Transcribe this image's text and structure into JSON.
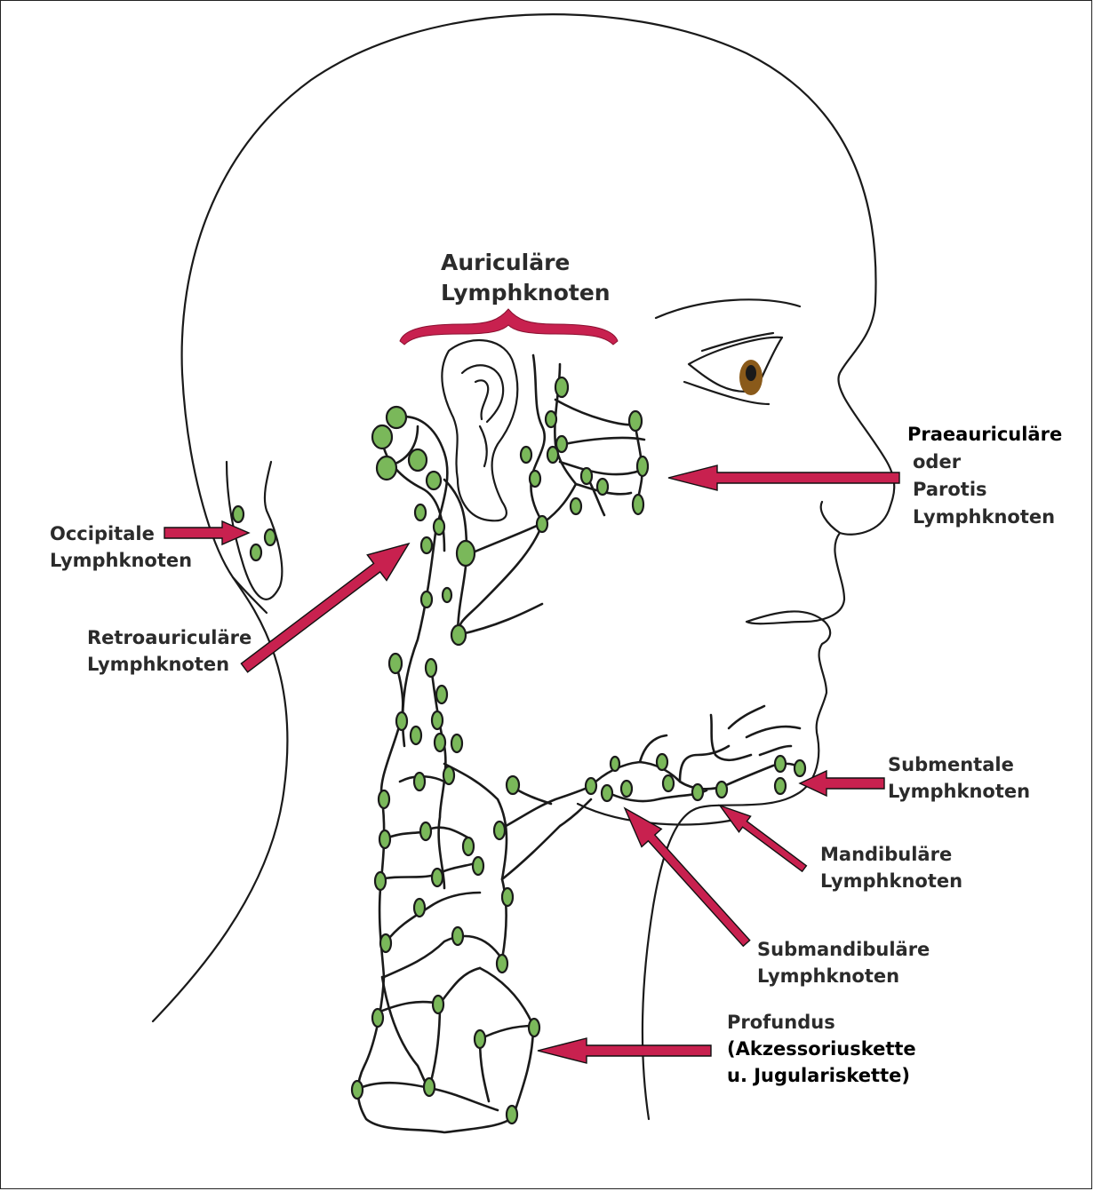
{
  "colors": {
    "node_fill": "#7ab85a",
    "arrow_fill": "#c8214f",
    "brace": "#c8214f",
    "line": "#1a1a1a",
    "eye_iris": "#8a5a1a"
  },
  "labels": {
    "auriculaere": [
      "Auriculäre",
      "Lymphknoten"
    ],
    "praeauriculaere": [
      "Praeauriculäre",
      "oder",
      "Parotis",
      "Lymphknoten"
    ],
    "occipitale": [
      "Occipitale",
      "Lymphknoten"
    ],
    "retroauriculaere": [
      "Retroauriculäre",
      "Lymphknoten"
    ],
    "submentale": [
      "Submentale",
      "Lymphknoten"
    ],
    "mandibulaere": [
      "Mandibuläre",
      "Lymphknoten"
    ],
    "submandibulaere": [
      "Submandibuläre",
      "Lymphknoten"
    ],
    "profundus": [
      "Profundus",
      "(Akzessoriuskette",
      "u. Jugulariskette)"
    ]
  },
  "icons": {
    "lymph_node": "lymph-node-icon",
    "arrow": "arrow-icon",
    "brace": "curly-brace-icon",
    "eye": "eye-icon"
  }
}
